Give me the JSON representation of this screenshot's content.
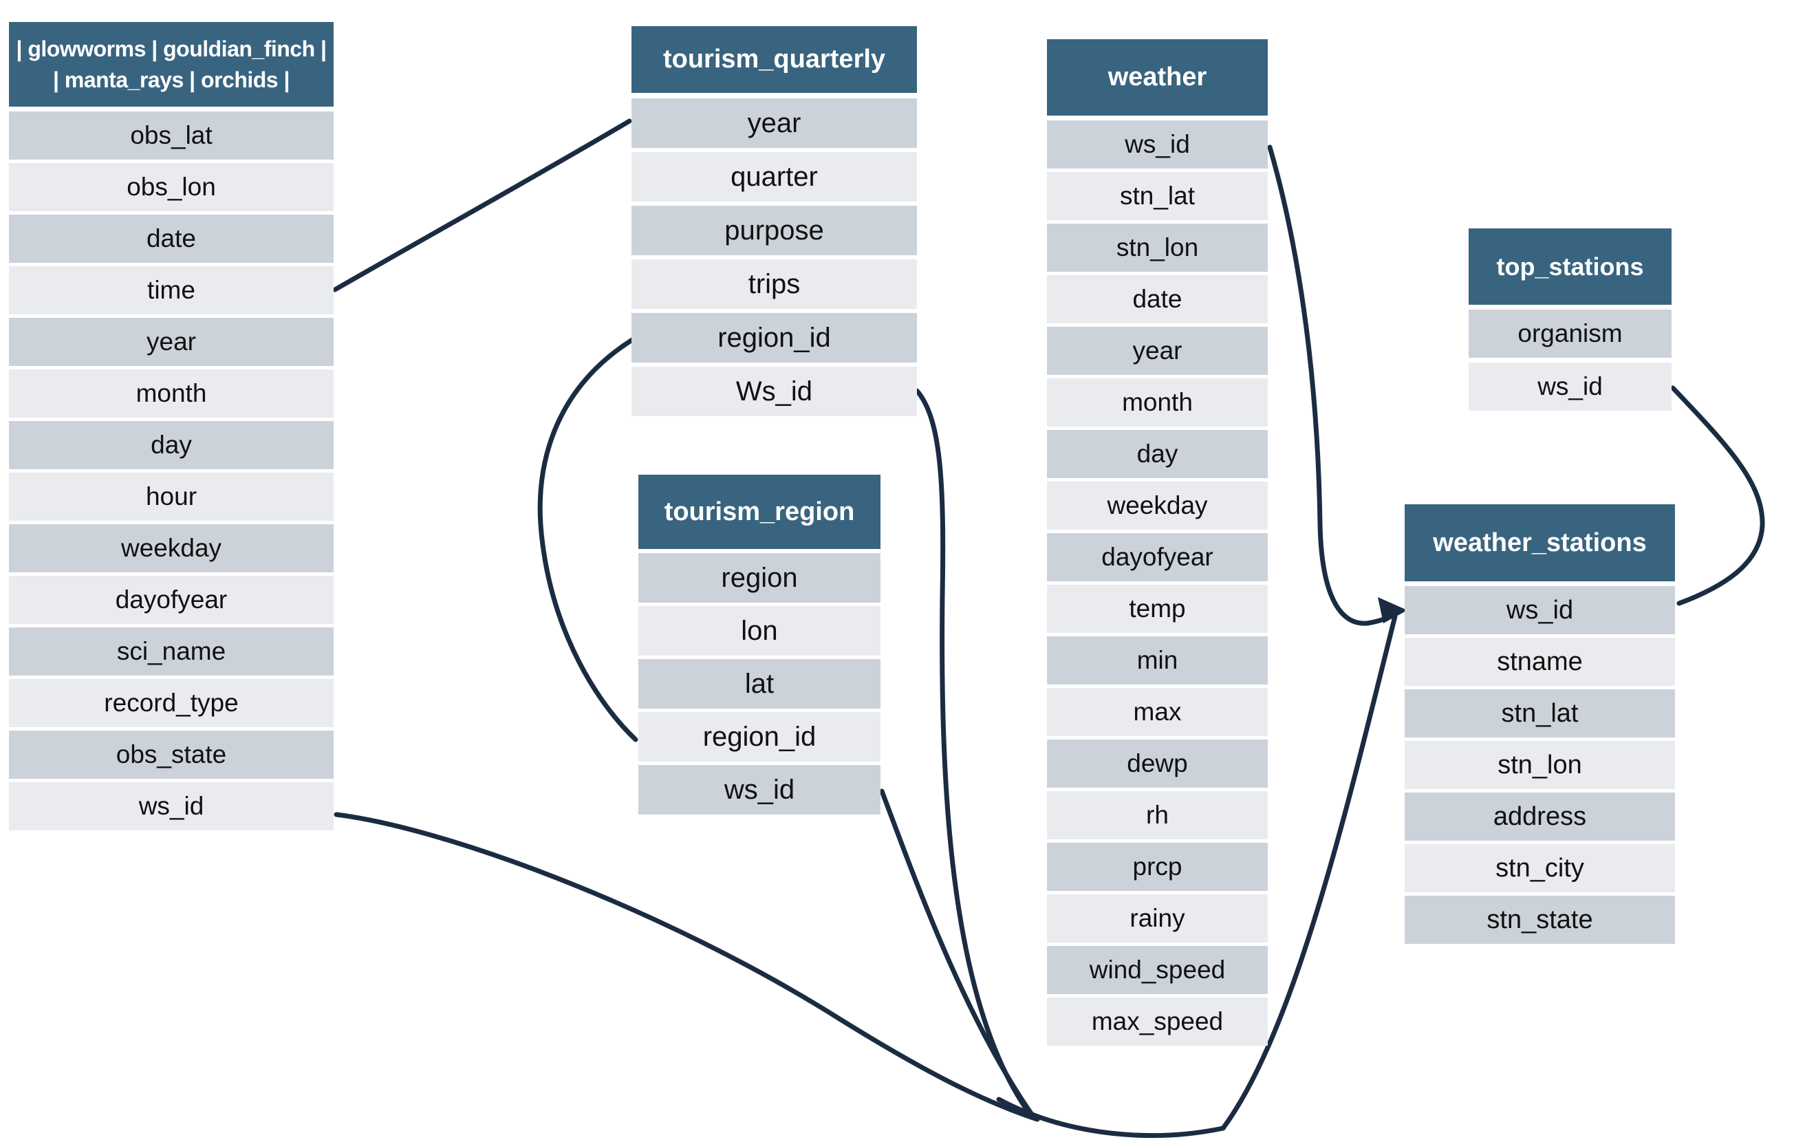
{
  "colors": {
    "header-bg": "#396480",
    "header-text": "#ffffff",
    "row-dark": "#ccd2da",
    "row-light": "#e9ebee",
    "row-text": "#111111",
    "connector": "#1b2c42",
    "canvas-bg": "#ffffff"
  },
  "tables": {
    "organisms": {
      "title_lines": [
        "| glowworms | gouldian_finch |",
        "| manta_rays | orchids |"
      ],
      "fields": [
        "obs_lat",
        "obs_lon",
        "date",
        "time",
        "year",
        "month",
        "day",
        "hour",
        "weekday",
        "dayofyear",
        "sci_name",
        "record_type",
        "obs_state",
        "ws_id"
      ]
    },
    "tourism_quarterly": {
      "title_lines": [
        "tourism_quarterly"
      ],
      "fields": [
        "year",
        "quarter",
        "purpose",
        "trips",
        "region_id",
        "Ws_id"
      ]
    },
    "tourism_region": {
      "title_lines": [
        "tourism_region"
      ],
      "fields": [
        "region",
        "lon",
        "lat",
        "region_id",
        "ws_id"
      ]
    },
    "weather": {
      "title_lines": [
        "weather"
      ],
      "fields": [
        "ws_id",
        "stn_lat",
        "stn_lon",
        "date",
        "year",
        "month",
        "day",
        "weekday",
        "dayofyear",
        "temp",
        "min",
        "max",
        "dewp",
        "rh",
        "prcp",
        "rainy",
        "wind_speed",
        "max_speed"
      ]
    },
    "top_stations": {
      "title_lines": [
        "top_stations"
      ],
      "fields": [
        "organism",
        "ws_id"
      ]
    },
    "weather_stations": {
      "title_lines": [
        "weather_stations"
      ],
      "fields": [
        "ws_id",
        "stname",
        "stn_lat",
        "stn_lon",
        "address",
        "stn_city",
        "stn_state"
      ]
    }
  }
}
